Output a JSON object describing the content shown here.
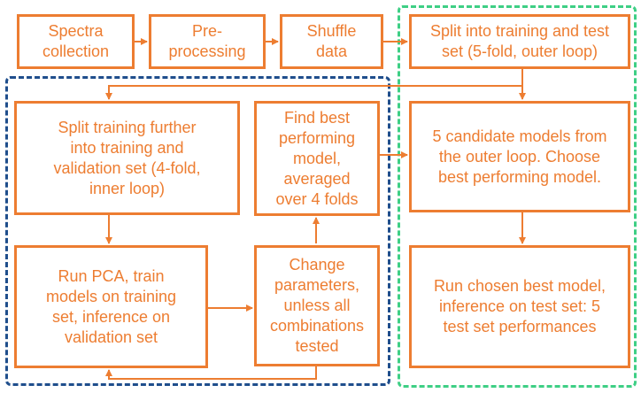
{
  "boxes": {
    "spectra": "Spectra\ncollection",
    "preprocessing": "Pre-\nprocessing",
    "shuffle": "Shuffle\ndata",
    "split_outer": "Split into training and test\nset (5-fold, outer loop)",
    "split_inner": "Split training further\ninto training and\nvalidation set (4-fold,\ninner loop)",
    "find_best": "Find best\nperforming\nmodel,\naveraged\nover 4 folds",
    "candidates": "5 candidate models from\nthe outer loop. Choose\nbest performing model.",
    "run_pca": "Run PCA, train\nmodels on training\nset, inference on\nvalidation set",
    "change_params": "Change\nparameters,\nunless all\ncombinations\ntested",
    "run_best": "Run chosen best model,\ninference on test set: 5\ntest set performances"
  },
  "colors": {
    "box": "#ed7d31",
    "inner_loop": "#1f4e8c",
    "outer_loop": "#3ecf85"
  }
}
